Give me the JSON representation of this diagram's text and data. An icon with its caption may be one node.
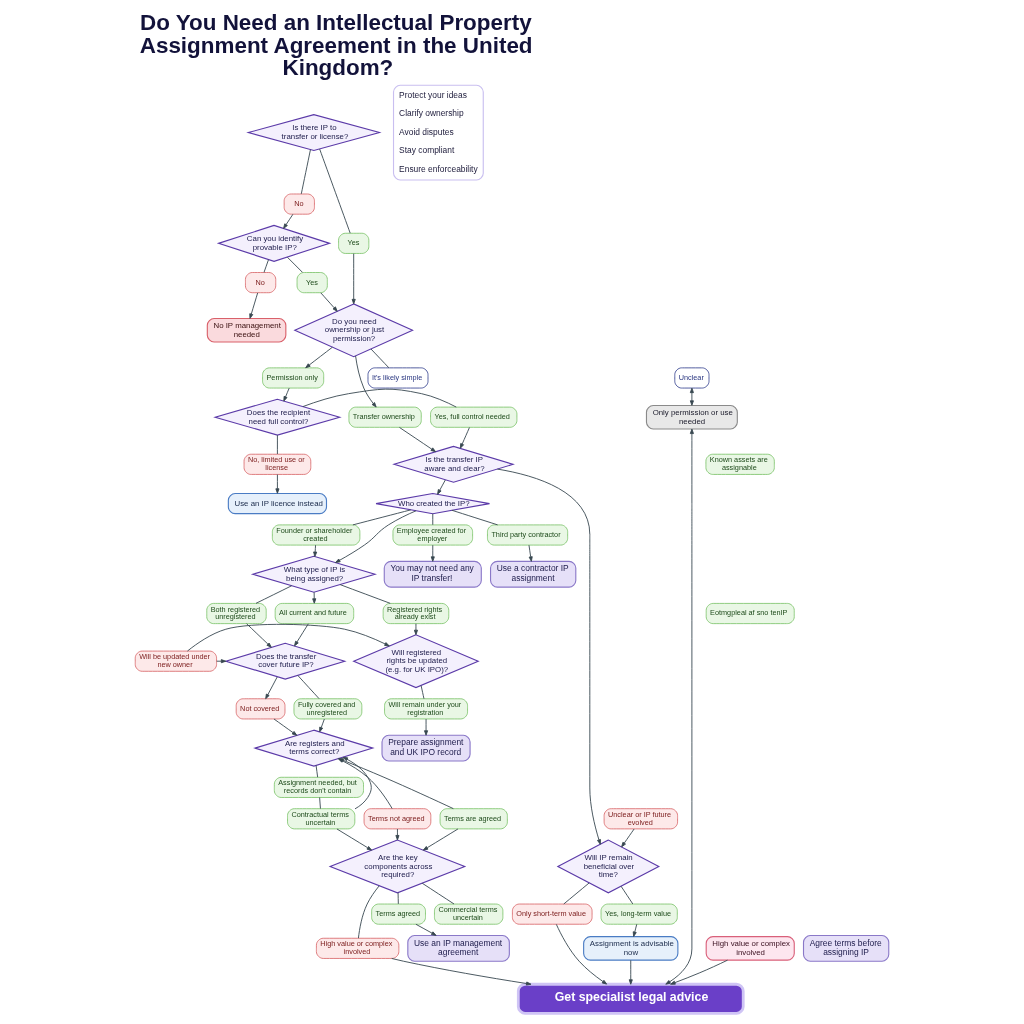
{
  "diagram": {
    "title": "Do You Need an Intellectual Property Assignment Agreement in the United Kingdom?",
    "nodes": [
      {
        "text": [
          "Is there IP to transfer or license?"
        ]
      },
      {
        "text": [
          "No"
        ]
      },
      {
        "text": [
          "Yes"
        ]
      },
      {
        "text": [
          "Can you identify provable IP?"
        ]
      },
      {
        "text": [
          "No"
        ]
      },
      {
        "text": [
          "Yes"
        ]
      },
      {
        "text": [
          "Do you need ownership or just permission?"
        ]
      },
      {
        "text": [
          "No IP management needed"
        ]
      },
      {
        "text": [
          "It's likely simple"
        ]
      },
      {
        "text": [
          "Transfer ownership"
        ]
      },
      {
        "text": [
          "Permission only"
        ]
      },
      {
        "text": [
          "Unclear"
        ]
      },
      {
        "text": [
          "Only permission or use needed"
        ]
      },
      {
        "text": [
          "Does the recipient need full control?"
        ]
      },
      {
        "text": [
          "Yes, full control needed"
        ]
      },
      {
        "text": [
          "No, limited use or license"
        ]
      },
      {
        "text": [
          "Known assets are assignable"
        ]
      },
      {
        "text": [
          "Is the transfer IP aware and clear?"
        ]
      },
      {
        "text": [
          "Use an IP licence instead"
        ]
      },
      {
        "text": [
          "Who created the IP?"
        ]
      },
      {
        "text": [
          "Unclear or IP future evolved"
        ]
      },
      {
        "text": [
          "Employee created for employer"
        ]
      },
      {
        "text": [
          "Third party contractor"
        ]
      },
      {
        "text": [
          "Founder or shareholder created"
        ]
      },
      {
        "text": [
          "Will IP remain beneficial over time?"
        ]
      },
      {
        "text": [
          "You may not need any IP transfer!"
        ]
      },
      {
        "text": [
          "Use a contractor IP assignment"
        ]
      },
      {
        "text": [
          "What type of IP is being assigned?"
        ]
      },
      {
        "text": [
          "Only short-term value"
        ]
      },
      {
        "text": [
          "Yes, long-term value"
        ]
      },
      {
        "text": [
          "Eotmgpleal af sno tenIP"
        ]
      },
      {
        "text": [
          "Registered rights already exist"
        ]
      },
      {
        "text": [
          "Both registered unregistered"
        ]
      },
      {
        "text": [
          "All current and future"
        ]
      },
      {
        "text": [
          "Assignment is advisable now"
        ]
      },
      {
        "text": [
          "Will registered rights be updated (e.g. for UK IPO)?"
        ]
      },
      {
        "text": [
          "Will be updated under new owner"
        ]
      },
      {
        "text": [
          "Does the transfer cover future IP?"
        ]
      },
      {
        "text": [
          "Fully covered and unregistered"
        ]
      },
      {
        "text": [
          "Will remain under your registration"
        ]
      },
      {
        "text": [
          "Prepare assignment and UK IPO record"
        ]
      },
      {
        "text": [
          "Not covered"
        ]
      },
      {
        "text": [
          "Assignment needed, but records don't contain"
        ]
      },
      {
        "text": [
          "Are registers and terms correct?"
        ]
      },
      {
        "text": [
          "Terms not agreed"
        ]
      },
      {
        "text": [
          "Terms are agreed"
        ]
      },
      {
        "text": [
          "Contractual terms uncertain"
        ]
      },
      {
        "text": [
          "High value or complex involved"
        ]
      },
      {
        "text": [
          "Are the key components across required?"
        ]
      },
      {
        "text": [
          "Terms agreed"
        ]
      },
      {
        "text": [
          "Commercial terms uncertain"
        ]
      },
      {
        "text": [
          "Use an IP management agreement"
        ]
      },
      {
        "text": [
          "Agree terms before assigning IP"
        ]
      },
      {
        "text": [
          "High value or complex involved"
        ]
      },
      {
        "text": [
          "Get specialist legal advice"
        ]
      }
    ],
    "edges": [
      {
        "from": 0,
        "to": 2,
        "arrow": "none"
      },
      {
        "from": 2,
        "to": 6,
        "arrow": "to"
      },
      {
        "from": 0,
        "to": 1,
        "arrow": "none"
      },
      {
        "from": 1,
        "to": 3,
        "arrow": "to"
      },
      {
        "from": 3,
        "to": 5,
        "arrow": "none"
      },
      {
        "from": 5,
        "to": 6,
        "arrow": "to"
      },
      {
        "from": 3,
        "to": 4,
        "arrow": "none"
      },
      {
        "from": 4,
        "to": 7,
        "arrow": "to"
      },
      {
        "from": 6,
        "to": 8,
        "arrow": "none"
      },
      {
        "from": 6,
        "to": 9,
        "arrow": "to"
      },
      {
        "from": 6,
        "to": 10,
        "arrow": "to"
      },
      {
        "from": 9,
        "to": 17,
        "arrow": "to"
      },
      {
        "from": 10,
        "to": 13,
        "arrow": "to"
      },
      {
        "from": 11,
        "to": 12,
        "arrow": "both"
      },
      {
        "from": 12,
        "to": 54,
        "arrow": "both"
      },
      {
        "from": 13,
        "to": 14,
        "arrow": "none"
      },
      {
        "from": 14,
        "to": 17,
        "arrow": "to"
      },
      {
        "from": 13,
        "to": 15,
        "arrow": "none"
      },
      {
        "from": 15,
        "to": 18,
        "arrow": "to"
      },
      {
        "from": 17,
        "to": 19,
        "arrow": "to"
      },
      {
        "from": 17,
        "to": 24,
        "arrow": "to"
      },
      {
        "from": 20,
        "to": 24,
        "arrow": "to"
      },
      {
        "from": 19,
        "to": 21,
        "arrow": "none"
      },
      {
        "from": 21,
        "to": 25,
        "arrow": "to"
      },
      {
        "from": 19,
        "to": 22,
        "arrow": "none"
      },
      {
        "from": 22,
        "to": 26,
        "arrow": "to"
      },
      {
        "from": 19,
        "to": 27,
        "arrow": "to"
      },
      {
        "from": 19,
        "to": 23,
        "arrow": "none"
      },
      {
        "from": 23,
        "to": 27,
        "arrow": "to"
      },
      {
        "from": 24,
        "to": 29,
        "arrow": "none"
      },
      {
        "from": 29,
        "to": 34,
        "arrow": "to"
      },
      {
        "from": 24,
        "to": 28,
        "arrow": "none"
      },
      {
        "from": 28,
        "to": 54,
        "arrow": "to"
      },
      {
        "from": 34,
        "to": 54,
        "arrow": "to"
      },
      {
        "from": 27,
        "to": 31,
        "arrow": "none"
      },
      {
        "from": 31,
        "to": 35,
        "arrow": "to"
      },
      {
        "from": 27,
        "to": 33,
        "arrow": "to"
      },
      {
        "from": 33,
        "to": 37,
        "arrow": "to"
      },
      {
        "from": 27,
        "to": 32,
        "arrow": "none"
      },
      {
        "from": 32,
        "to": 37,
        "arrow": "to"
      },
      {
        "from": 36,
        "to": 35,
        "arrow": "to"
      },
      {
        "from": 36,
        "to": 37,
        "arrow": "to"
      },
      {
        "from": 35,
        "to": 39,
        "arrow": "none"
      },
      {
        "from": 39,
        "to": 40,
        "arrow": "to"
      },
      {
        "from": 37,
        "to": 38,
        "arrow": "none"
      },
      {
        "from": 38,
        "to": 43,
        "arrow": "to"
      },
      {
        "from": 37,
        "to": 41,
        "arrow": "to"
      },
      {
        "from": 41,
        "to": 43,
        "arrow": "to"
      },
      {
        "from": 43,
        "to": 42,
        "arrow": "none"
      },
      {
        "from": 42,
        "to": 46,
        "arrow": "none"
      },
      {
        "from": 46,
        "to": 43,
        "arrow": "to"
      },
      {
        "from": 46,
        "to": 48,
        "arrow": "to"
      },
      {
        "from": 44,
        "to": 43,
        "arrow": "to"
      },
      {
        "from": 44,
        "to": 48,
        "arrow": "to"
      },
      {
        "from": 45,
        "to": 43,
        "arrow": "to"
      },
      {
        "from": 45,
        "to": 48,
        "arrow": "to"
      },
      {
        "from": 48,
        "to": 49,
        "arrow": "none"
      },
      {
        "from": 49,
        "to": 51,
        "arrow": "to"
      },
      {
        "from": 48,
        "to": 50,
        "arrow": "none"
      },
      {
        "from": 48,
        "to": 47,
        "arrow": "none"
      },
      {
        "from": 47,
        "to": 54,
        "arrow": "to"
      },
      {
        "from": 53,
        "to": 54,
        "arrow": "to"
      }
    ],
    "legend": [
      {
        "text": "Protect your ideas"
      },
      {
        "text": "Clarify ownership"
      },
      {
        "text": "Avoid disputes"
      },
      {
        "text": "Stay compliant"
      },
      {
        "text": "Ensure enforceability"
      }
    ]
  }
}
